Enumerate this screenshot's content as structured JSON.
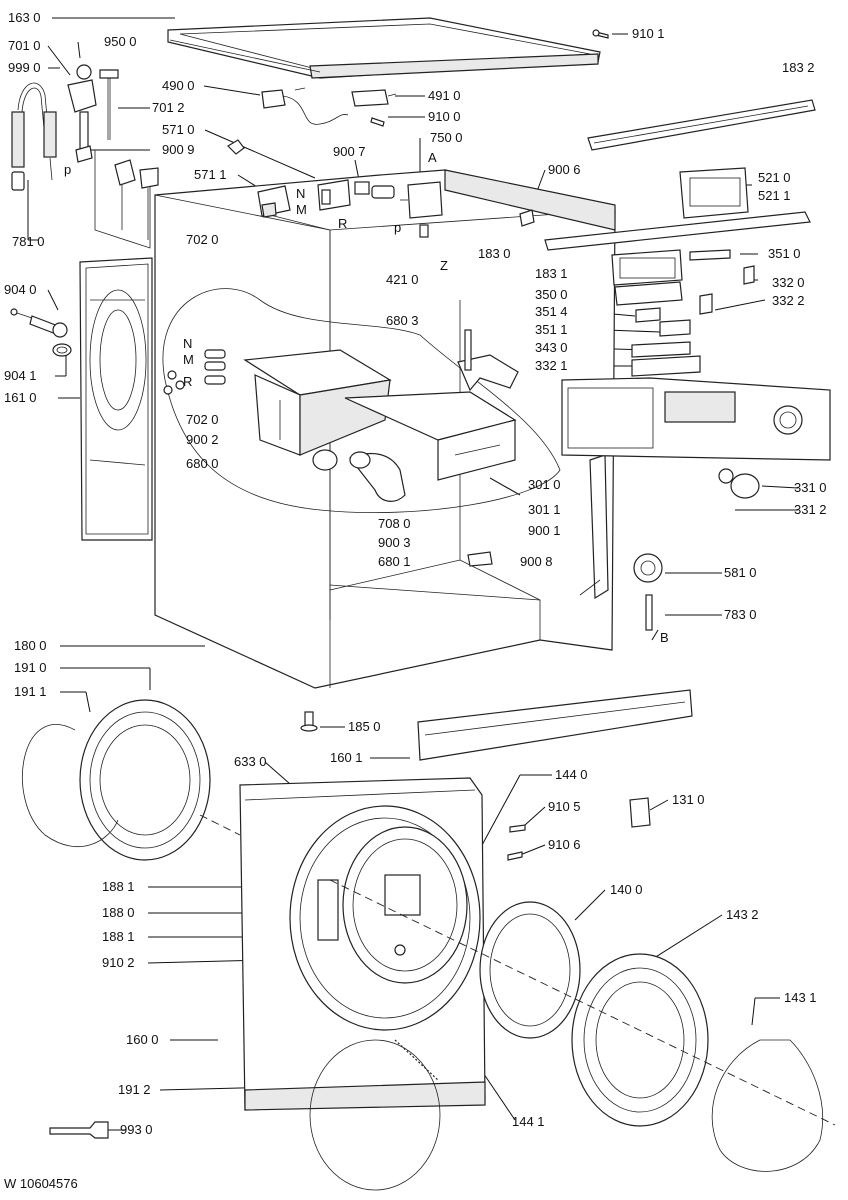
{
  "footer_code": "W 10604576",
  "labels": {
    "l1630": "163 0",
    "l9101": "910 1",
    "l7010": "701 0",
    "l9500": "950 0",
    "l9990": "999 0",
    "l7012": "701 2",
    "l4900": "490 0",
    "l4910": "491 0",
    "l9100": "910 0",
    "l1832": "183 2",
    "l5710": "571 0",
    "l7500": "750 0",
    "l9009": "900 9",
    "l9007": "900 7",
    "lA": "A",
    "l9006": "900 6",
    "lp1": "p",
    "l5711": "571 1",
    "lN1": "N",
    "lM1": "M",
    "lR1": "R",
    "lp2": "p",
    "l5210": "521 0",
    "l5211": "521 1",
    "l7810": "781 0",
    "lZ": "Z",
    "l1830": "183 0",
    "l3510": "351 0",
    "l7020": "702 0",
    "l4210": "421 0",
    "l1831": "183 1",
    "l3320": "332 0",
    "l9040": "904 0",
    "l3500": "350 0",
    "l3322": "332 2",
    "l3514": "351 4",
    "l6803": "680 3",
    "l3511": "351 1",
    "lN2": "N",
    "l3430": "343 0",
    "lM2": "M",
    "l3321": "332 1",
    "l9041": "904 1",
    "lR2": "R",
    "l1610": "161 0",
    "l7020b": "702 0",
    "l9002": "900 2",
    "l6800": "680 0",
    "l3010": "301 0",
    "l3310": "331 0",
    "l3011": "301 1",
    "l3312": "331 2",
    "l7080": "708 0",
    "l9003": "900 3",
    "l9001": "900 1",
    "l6801": "680 1",
    "l9008": "900 8",
    "l5810": "581 0",
    "l7830": "783 0",
    "lB": "B",
    "l1800": "180 0",
    "l1910": "191 0",
    "l1911": "191 1",
    "l1850": "185 0",
    "l1601": "160 1",
    "l6330": "633 0",
    "l1440": "144 0",
    "l1310": "131 0",
    "l9105": "910 5",
    "l9106": "910 6",
    "l1881a": "188 1",
    "l1400": "140 0",
    "l1880": "188 0",
    "l1432": "143 2",
    "l1881b": "188 1",
    "l9102": "910 2",
    "l1431": "143 1",
    "l1600": "160 0",
    "l1912": "191 2",
    "l1441": "144 1",
    "l9930": "993 0"
  }
}
